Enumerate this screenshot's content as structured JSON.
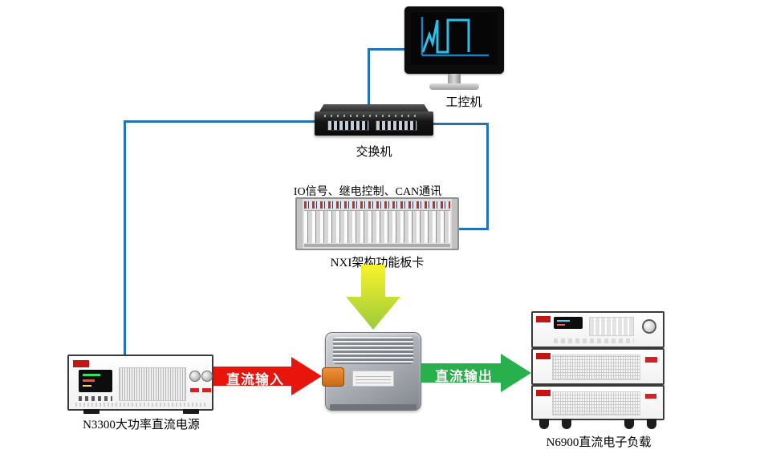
{
  "nodes": {
    "ipc": {
      "label": "工控机"
    },
    "switch": {
      "label": "交换机"
    },
    "nxi": {
      "caption": "IO信号、继电控制、CAN通讯",
      "label": "NXI架构功能板卡"
    },
    "psu": {
      "label": "N3300大功率直流电源"
    },
    "load": {
      "label": "N6900直流电子负载"
    }
  },
  "arrows": {
    "dc_input": {
      "label": "直流输入",
      "color": "#e8150d"
    },
    "dc_output": {
      "label": "直流输出",
      "color": "#27b04b"
    },
    "control_down": {
      "color_start": "#f8f32b",
      "color_end": "#9cca3c"
    }
  },
  "colors": {
    "connector_line": "#2273b8"
  }
}
